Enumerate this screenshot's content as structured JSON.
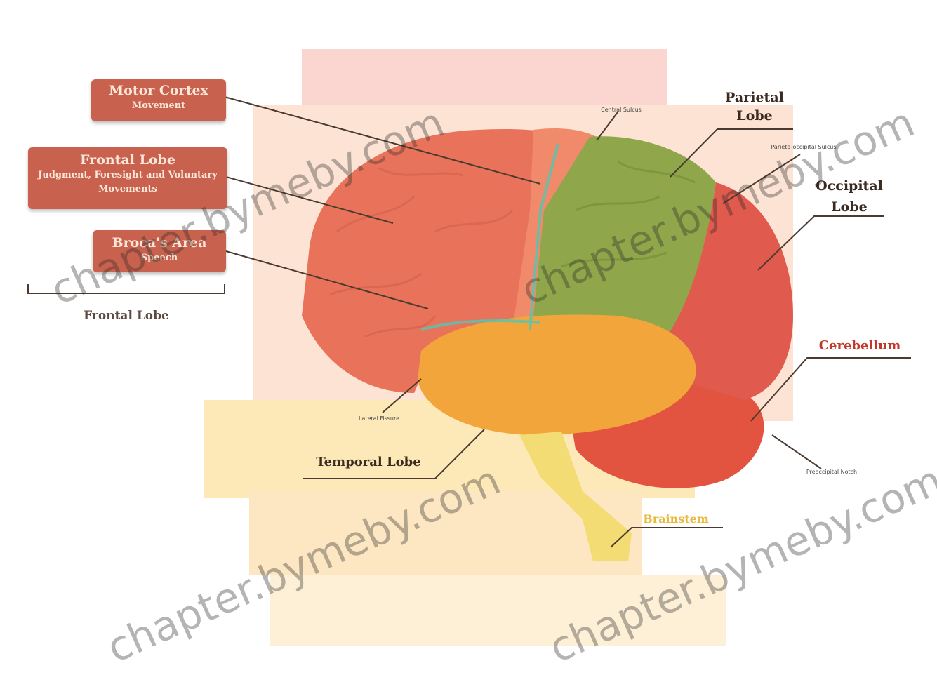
{
  "boxes": {
    "motor": {
      "line1": "Motor Cortex",
      "line2": "Movement"
    },
    "frontal": {
      "line1": "Frontal Lobe",
      "line2": "Judgment, Foresight and Voluntary Movements"
    },
    "broca": {
      "line1": "Broca's Area",
      "line2": "Speech"
    }
  },
  "labels": {
    "frontal_bracket": "Frontal Lobe",
    "parietal": "Parietal\nLobe",
    "occipital": "Occipital\nLobe",
    "cerebellum": "Cerebellum",
    "temporal": "Temporal Lobe",
    "brainstem": "Brainstem",
    "central_sulcus": "Central Sulcus",
    "parieto_occipital": "Parieto-occipital Sulcus",
    "lateral_fissure": "Lateral Fissure",
    "preoccipital_notch": "Preoccipital Notch"
  },
  "watermark": "chapter.bymeby.com",
  "colors": {
    "box": "#c8614d",
    "frontal": "#e8735a",
    "parietal": "#8fa64a",
    "occipital": "#e05a4e",
    "temporal": "#f2a53a",
    "cerebellum": "#e25340",
    "brainstem": "#f2dc73",
    "label_accent": "#c0392b"
  }
}
